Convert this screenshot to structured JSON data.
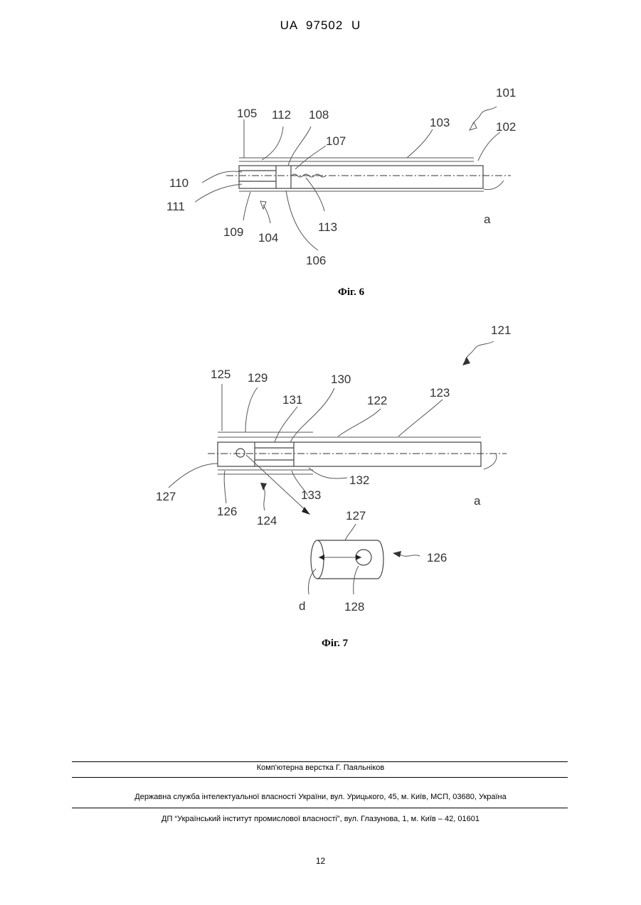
{
  "header": {
    "patent_number": "UA   97502   U"
  },
  "fig6": {
    "caption": "Фіг. 6",
    "labels": {
      "l101": "101",
      "l102": "102",
      "l103": "103",
      "l104": "104",
      "l105": "105",
      "l106": "106",
      "l107": "107",
      "l108": "108",
      "l109": "109",
      "l110": "110",
      "l111": "111",
      "l112": "112",
      "l113": "113",
      "la": "a"
    }
  },
  "fig7": {
    "caption": "Фіг. 7",
    "labels": {
      "l121": "121",
      "l122": "122",
      "l123": "123",
      "l124": "124",
      "l125": "125",
      "l126": "126",
      "l126b": "126",
      "l127": "127",
      "l127b": "127",
      "l128": "128",
      "l129": "129",
      "l130": "130",
      "l131": "131",
      "l132": "132",
      "l133": "133",
      "la": "a",
      "ld": "d"
    }
  },
  "footer": {
    "typesetting": "Комп'ютерна верстка Г. Паяльніков",
    "agency": "Державна служба інтелектуальної власності України, вул. Урицького, 45, м. Київ, МСП, 03680, Україна",
    "institute": "ДП “Український інститут промислової власності”, вул. Глазунова, 1, м. Київ – 42, 01601"
  },
  "page_number": "12"
}
